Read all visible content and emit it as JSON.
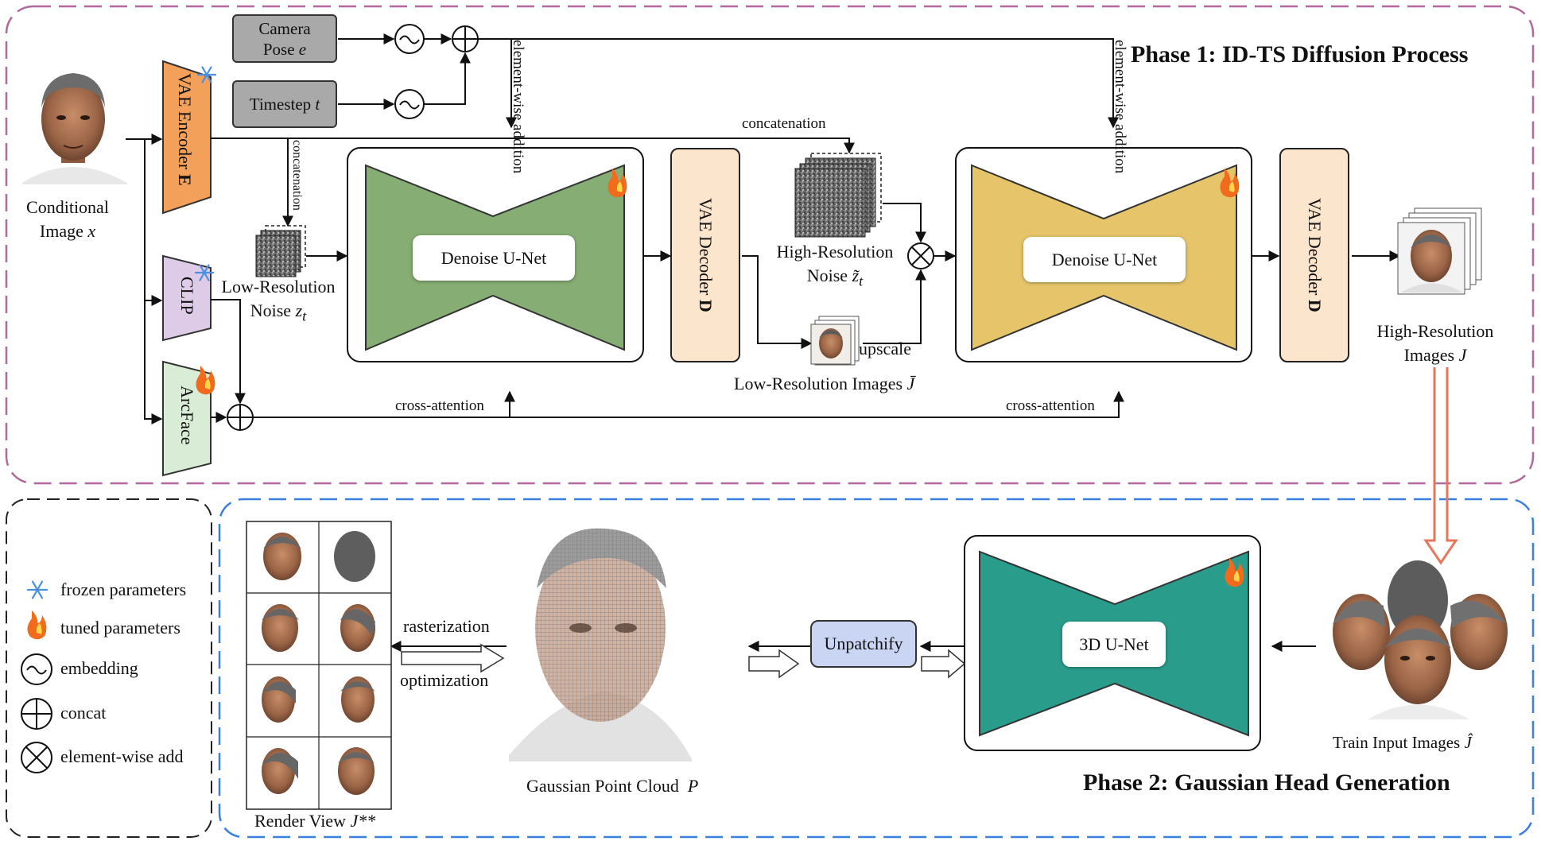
{
  "phase1": {
    "title": "Phase 1: ID-TS Diffusion Process",
    "conditional_image": {
      "line1": "Conditional",
      "line2": "Image",
      "var": "x"
    },
    "camera_pose": {
      "line1": "Camera",
      "line2": "Pose",
      "var": "e"
    },
    "timestep": {
      "label": "Timestep",
      "var": "t"
    },
    "vae_encoder": {
      "label": "VAE Encoder",
      "var": "E"
    },
    "clip": "CLIP",
    "arcface": "ArcFace",
    "element_wise_addition": "element-wise addition",
    "concatenation": "concatenation",
    "low_res_noise": {
      "line1": "Low-Resolution",
      "line2": "Noise",
      "var": "z",
      "sub": "t"
    },
    "high_res_noise": {
      "line1": "High-Resolution",
      "line2": "Noise",
      "var": "z̃",
      "sub": "t"
    },
    "denoise_unet_1": "Denoise U-Net",
    "denoise_unet_2": "Denoise U-Net",
    "vae_decoder_1": {
      "label": "VAE Decoder",
      "var": "D"
    },
    "vae_decoder_2": {
      "label": "VAE Decoder",
      "var": "D"
    },
    "upscale": "upscale",
    "low_res_images": {
      "label": "Low-Resolution Images",
      "var": "J̄"
    },
    "high_res_images": {
      "line1": "High-Resolution",
      "line2": "Images",
      "var": "J"
    },
    "cross_attention_1": "cross-attention",
    "cross_attention_2": "cross-attention"
  },
  "phase2": {
    "title": "Phase 2: Gaussian Head Generation",
    "rasterization": "rasterization",
    "optimization": "optimization",
    "unpatchify": "Unpatchify",
    "unet3d": "3D U-Net",
    "gaussian_point_cloud": {
      "label": "Gaussian Point Cloud",
      "var": "P"
    },
    "render_view": {
      "label": "Render View",
      "var": "J**"
    },
    "train_input_images": {
      "label": "Train Input Images",
      "var": "Ĵ"
    }
  },
  "legend": {
    "items": [
      {
        "icon": "snowflake-icon",
        "label": "frozen parameters"
      },
      {
        "icon": "fire-icon",
        "label": "tuned parameters"
      },
      {
        "icon": "tilde-circle-icon",
        "label": "embedding"
      },
      {
        "icon": "oplus-icon",
        "label": "concat"
      },
      {
        "icon": "otimes-icon",
        "label": "element-wise add"
      }
    ]
  },
  "colors": {
    "phase1_border": "#b06a9a",
    "phase2_border": "#3b7fe0",
    "encoder": "#f2a05a",
    "clip": "#ddcbe8",
    "arcface": "#d9ecd6",
    "unet_green": "#86ad73",
    "unet_yellow": "#e5c46a",
    "unet_teal": "#2a9c8c",
    "decoder": "#fbe5cd",
    "unpatchify": "#c9d5f3",
    "arrow_orange": "#e8765a"
  }
}
